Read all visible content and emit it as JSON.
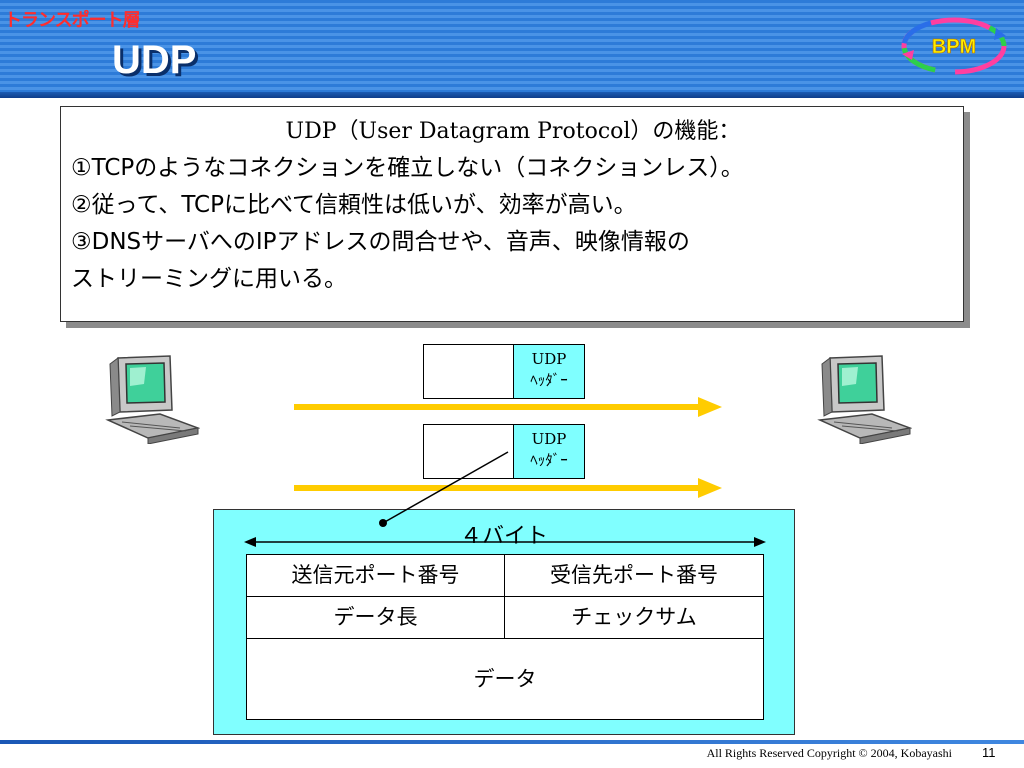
{
  "header": {
    "section": "トランスポート層",
    "title": "UDP",
    "logo_text": "BPM"
  },
  "description": {
    "heading": "UDP（User Datagram Protocol）の機能：",
    "lines": [
      "①TCPのようなコネクションを確立しない（コネクションレス）。",
      "②従って、TCPに比べて信頼性は低いが、効率が高い。",
      "③DNSサーバへのIPアドレスの問合せや、音声、映像情報の",
      "ストリーミングに用いる。"
    ]
  },
  "packets": [
    {
      "header_line1": "UDP",
      "header_line2": "ﾍｯﾀﾞｰ"
    },
    {
      "header_line1": "UDP",
      "header_line2": "ﾍｯﾀﾞｰ"
    }
  ],
  "format": {
    "width_label": "４バイト",
    "cells": {
      "source_port": "送信元ポート番号",
      "dest_port": "受信先ポート番号",
      "data_length": "データ長",
      "checksum": "チェックサム",
      "data": "データ"
    }
  },
  "footer": {
    "copyright": "All Rights Reserved Copyright © 2004, Kobayashi",
    "page": "11"
  },
  "colors": {
    "header_blue": "#2d7bd8",
    "section_red": "#ff2d2d",
    "arrow_yellow": "#ffcc00",
    "cyan": "#80ffff"
  }
}
